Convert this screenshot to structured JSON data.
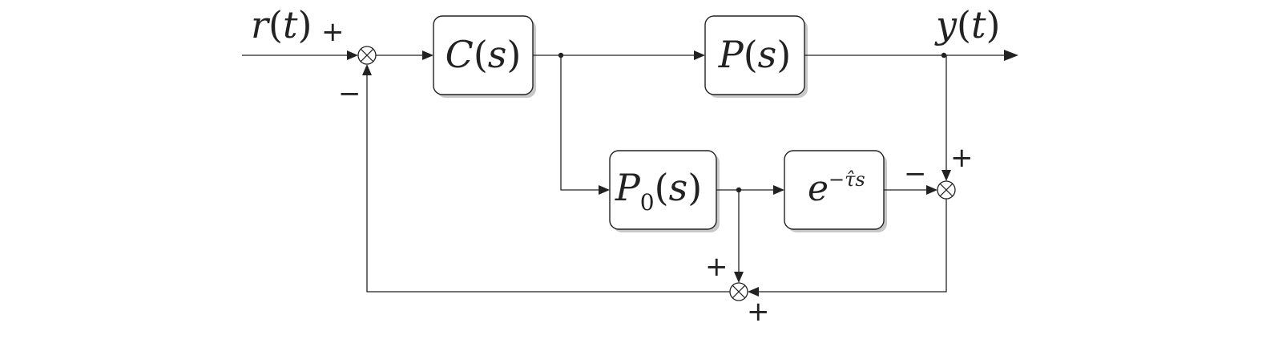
{
  "signals": {
    "input": {
      "name": "r",
      "arg": "t"
    },
    "output": {
      "name": "y",
      "arg": "t"
    }
  },
  "blocks": {
    "controller": {
      "name": "C",
      "arg": "s"
    },
    "plant": {
      "name": "P",
      "arg": "s"
    },
    "model": {
      "name": "P",
      "sub": "0",
      "arg": "s"
    },
    "delay": {
      "base": "e",
      "exponent": "−τ̂s"
    }
  },
  "signs": {
    "sj1_input": "+",
    "sj1_feedback": "−",
    "sj2_plant": "+",
    "sj2_delay": "−",
    "sj3_model": "+",
    "sj3_error": "+"
  }
}
